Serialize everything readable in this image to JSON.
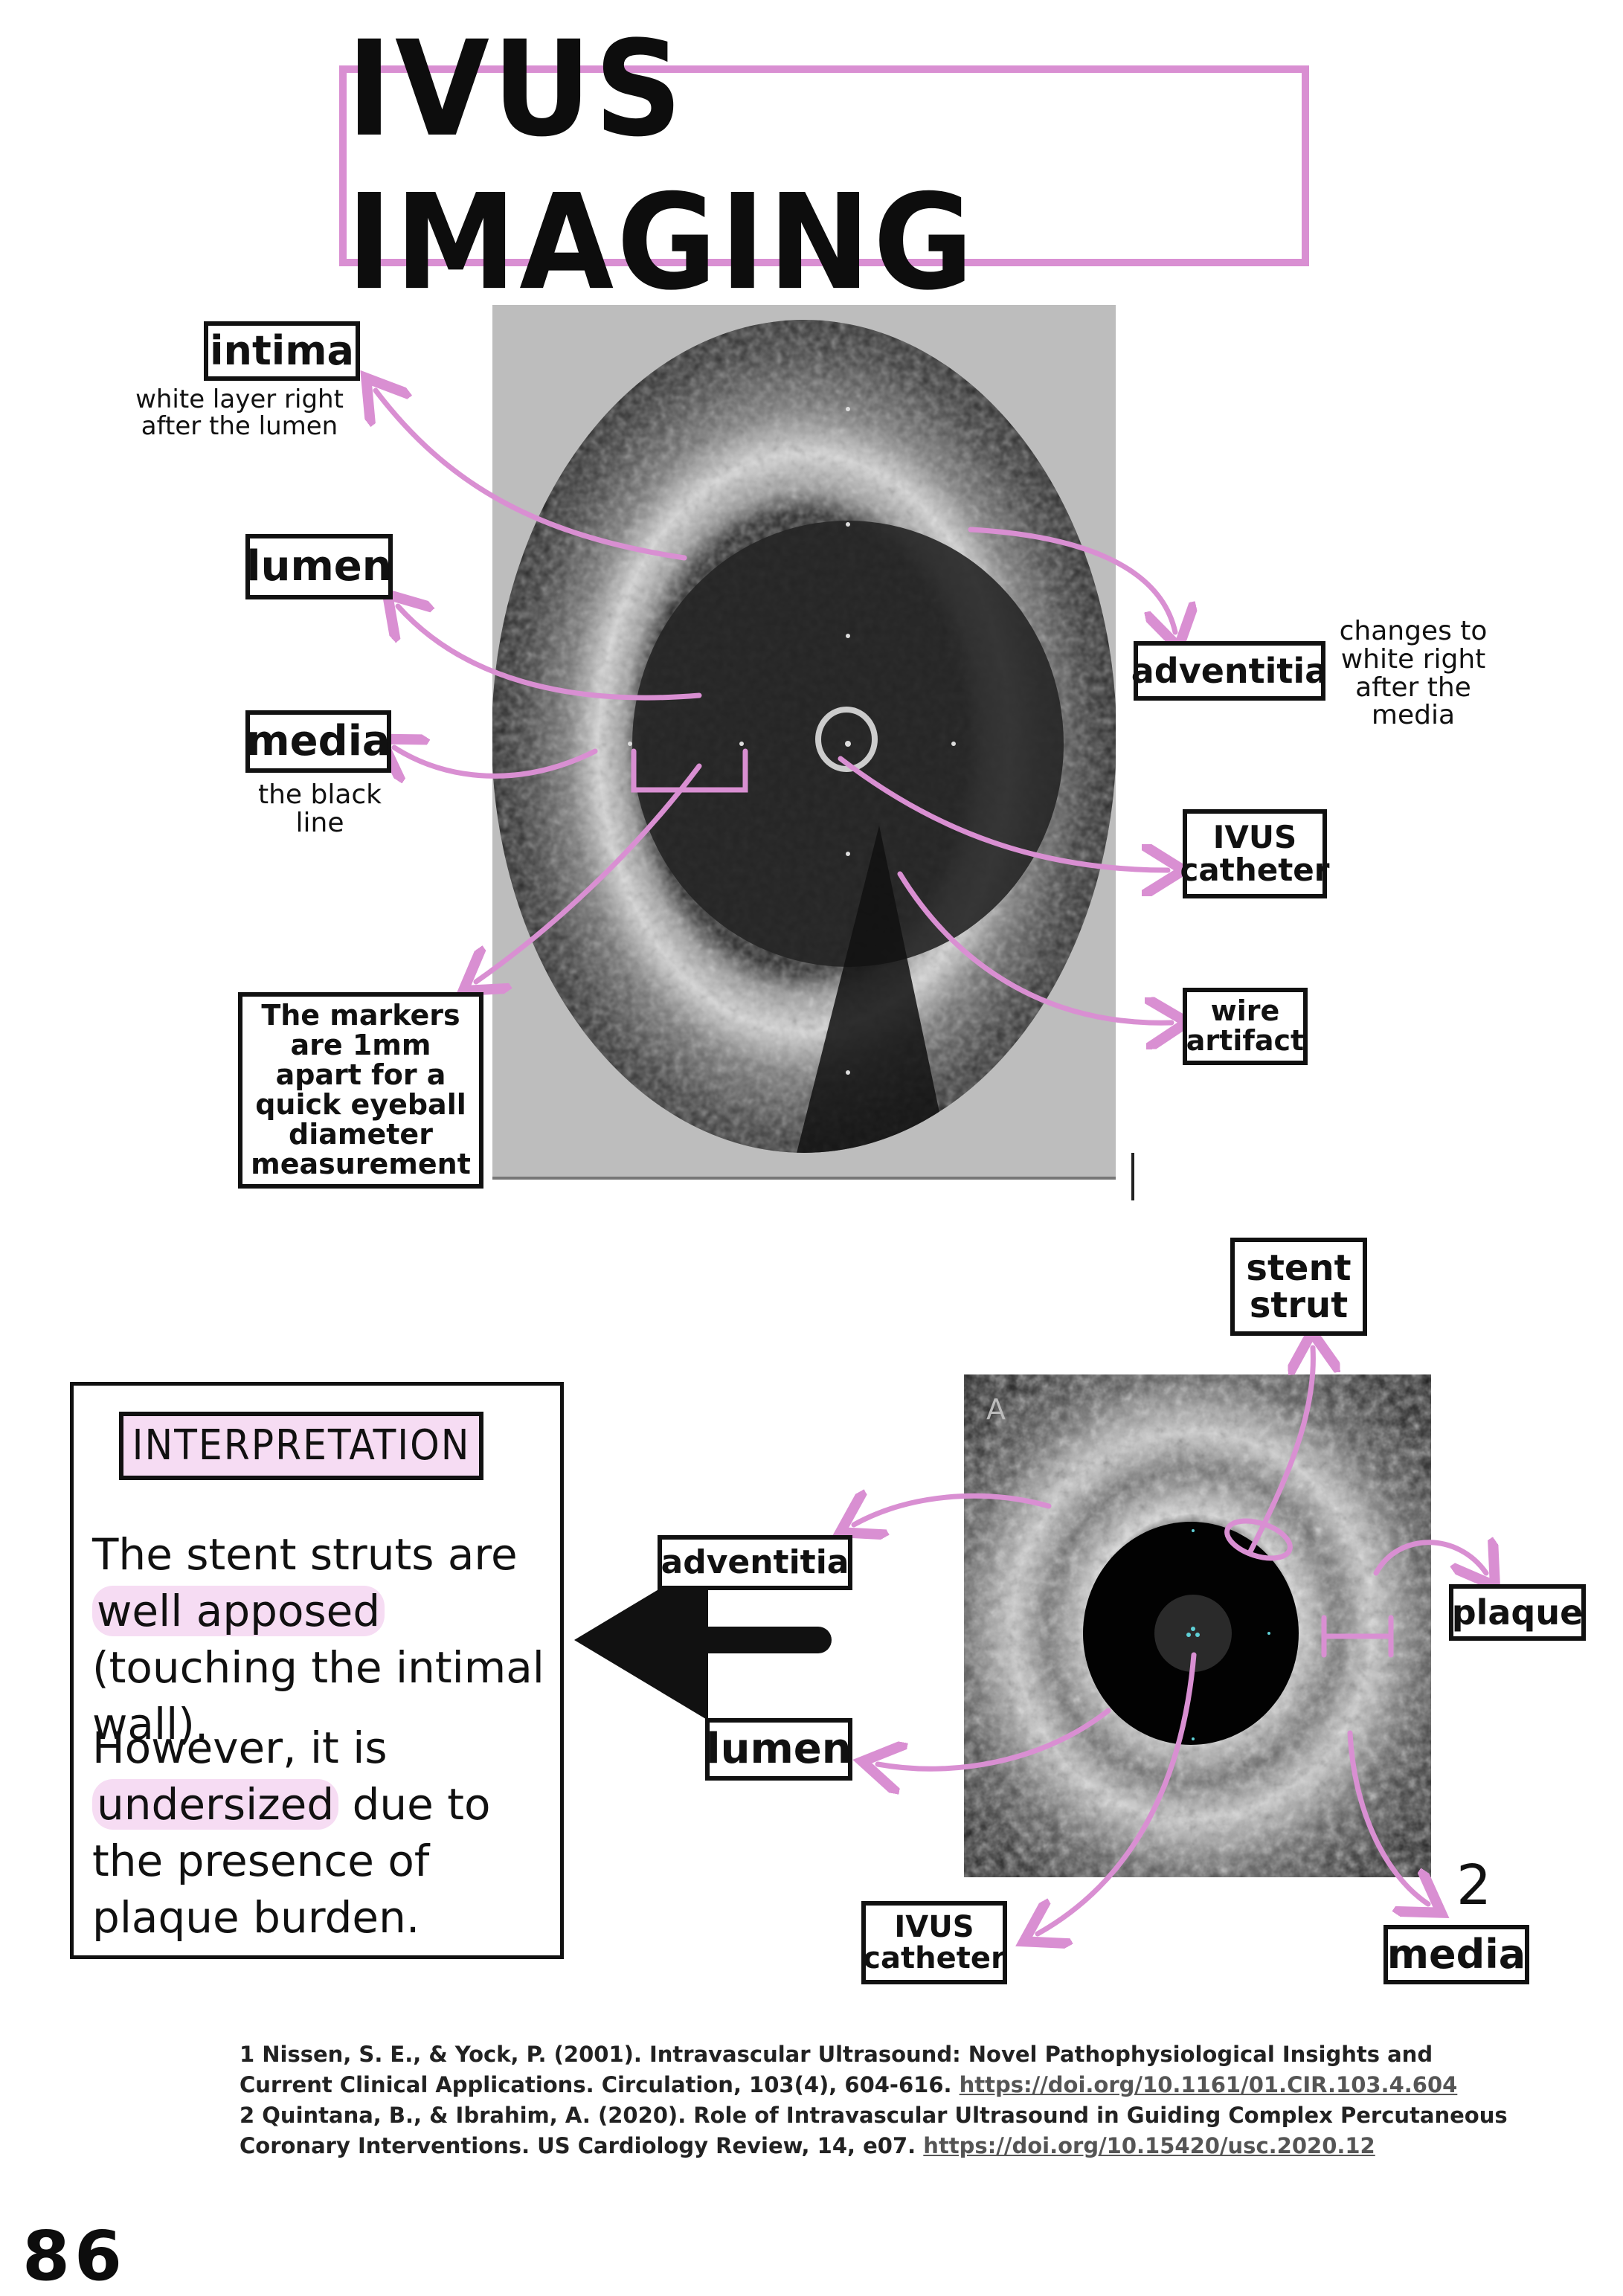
{
  "title": "IVUS IMAGING",
  "figure1": {
    "labels": {
      "intima": "intima",
      "intima_note": "white layer right after the lumen",
      "lumen": "lumen",
      "media": "media",
      "media_note": "the black line",
      "markers_note": "The markers are 1mm apart for a quick eyeball diameter measurement",
      "adventitia": "adventitia",
      "adventitia_note": "changes to white right after the media",
      "ivus_catheter": "IVUS catheter",
      "wire_artifact": "wire artifact"
    },
    "ref_number": "1"
  },
  "figure2": {
    "panel_letter": "A",
    "labels": {
      "stent_strut": "stent strut",
      "adventitia": "adventitia",
      "plaque": "plaque",
      "lumen": "lumen",
      "ivus_catheter": "IVUS catheter",
      "media": "media"
    },
    "ref_number": "2"
  },
  "interpretation": {
    "heading": "INTERPRETATION",
    "p1_a": "The stent struts are",
    "p1_hl": "well apposed",
    "p1_b": "(touching the intimal wall).",
    "p2_a": "However, it is",
    "p2_hl": "undersized",
    "p2_b": "due to the presence of plaque burden."
  },
  "references": [
    {
      "text": "1 Nissen, S. E., & Yock, P. (2001). Intravascular Ultrasound: Novel Pathophysiological Insights and Current Clinical Applications. Circulation, 103(4), 604-616.",
      "link": "https://doi.org/10.1161/01.CIR.103.4.604"
    },
    {
      "text": "2 Quintana, B., & Ibrahim, A. (2020). Role of Intravascular Ultrasound in Guiding Complex Percutaneous Coronary Interventions. US Cardiology Review, 14, e07.",
      "link": "https://doi.org/10.15420/usc.2020.12"
    }
  ],
  "page_number": "86",
  "colors": {
    "accent": "#d98fd2",
    "highlight": "#f6dcf3",
    "ink": "#111111"
  }
}
